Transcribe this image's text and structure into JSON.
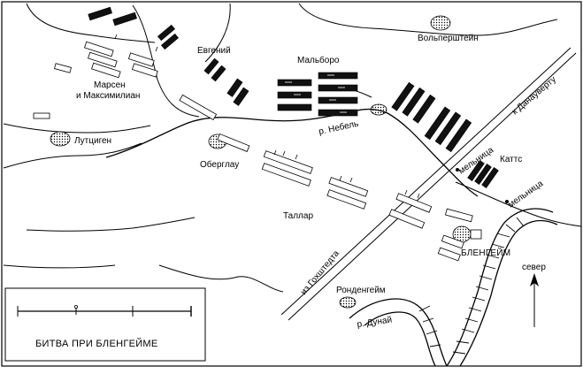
{
  "map": {
    "title": "БИТВА ПРИ БЛЕНГЕЙМЕ",
    "north_label": "север",
    "places": {
      "volpershtein": "Вольперштейн",
      "lutcigen": "Лутциген",
      "oberglau": "Оберглау",
      "blenheim": "БЛЕНГЕЙМ",
      "rondengeim": "Ронденгейм"
    },
    "commanders": {
      "eugene": "Евгений",
      "marlborough": "Мальборо",
      "marsin_line1": "Марсен",
      "marsin_line2": "и Максимилиан",
      "tallard": "Таллар",
      "cutts": "Каттс"
    },
    "rivers": {
      "nebel": "р. Небель",
      "danube": "р. Дунай"
    },
    "roads": {
      "to_donauwoerth": "к Данауверту",
      "from_hochstedt": "из Гохштедта"
    },
    "mills": {
      "mill_1": "мельница",
      "mill_2": "мельница"
    },
    "icons": [
      "north-arrow-icon",
      "scale-bar-icon"
    ]
  }
}
